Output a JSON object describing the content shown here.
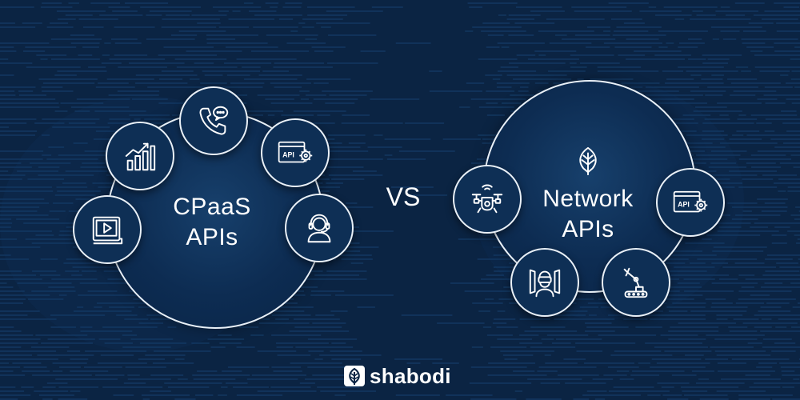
{
  "left_group": {
    "title_line1": "CPaaS",
    "title_line2": "APIs",
    "icons": [
      "growth-chart-icon",
      "phone-chat-icon",
      "api-settings-icon",
      "support-agent-icon",
      "video-player-icon"
    ],
    "api_badge_text": "API"
  },
  "separator": {
    "text": "VS"
  },
  "right_group": {
    "title_line1": "Network",
    "title_line2": "APIs",
    "icons": [
      "leaf-icon",
      "drone-icon",
      "api-settings-icon",
      "vr-headset-user-icon",
      "robotic-arm-icon"
    ],
    "api_badge_text": "API"
  },
  "brand": {
    "name": "shabodi"
  },
  "colors": {
    "background": "#0b2443",
    "circle_fill": "#0e2f55",
    "stroke": "#e9f0f7"
  }
}
